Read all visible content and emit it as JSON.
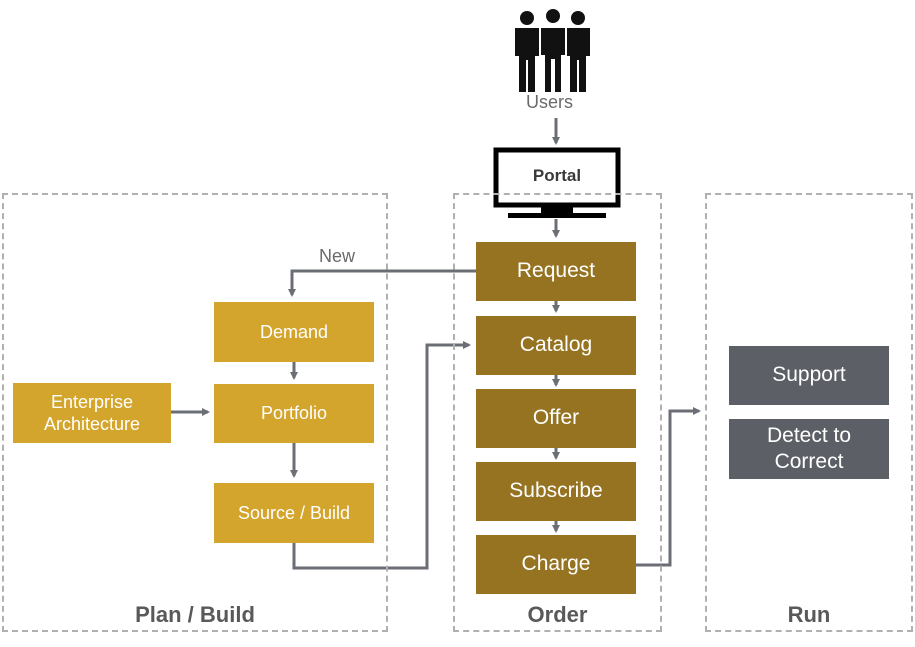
{
  "diagram": {
    "users_label": "Users",
    "portal_label": "Portal",
    "new_label": "New",
    "regions": {
      "plan_build": "Plan / Build",
      "order": "Order",
      "run": "Run"
    },
    "plan_build_boxes": {
      "demand": "Demand",
      "portfolio": "Portfolio",
      "source_build": "Source / Build",
      "enterprise_architecture": "Enterprise Architecture"
    },
    "order_boxes": {
      "request": "Request",
      "catalog": "Catalog",
      "offer": "Offer",
      "subscribe": "Subscribe",
      "charge": "Charge"
    },
    "run_boxes": {
      "support": "Support",
      "detect_to_correct": "Detect to Correct"
    },
    "colors": {
      "plan_box": "#d4a52c",
      "order_box": "#957321",
      "run_box": "#5c5f66",
      "arrow": "#6b6e75",
      "region_border": "#b0b0b0"
    }
  }
}
